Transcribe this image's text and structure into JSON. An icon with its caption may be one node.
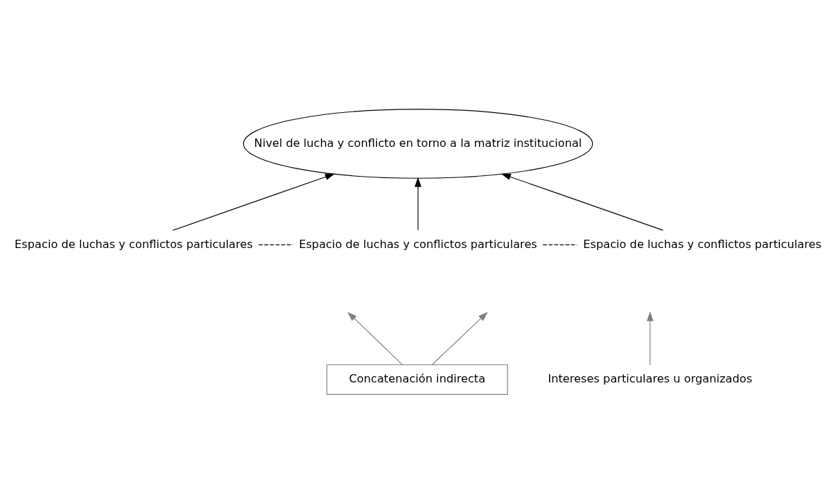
{
  "diagram": {
    "nodes": [
      {
        "text": [
          "Nivel de lucha y conflicto en torno a la matriz institucional"
        ]
      },
      {
        "text": [
          "Espacio de luchas y conflictos particulares"
        ]
      },
      {
        "text": [
          "Espacio de luchas y conflictos particulares"
        ]
      },
      {
        "text": [
          "Espacio de luchas y conflictos particulares"
        ]
      },
      {
        "text": [
          "Intereses particulares u organizados"
        ]
      },
      {
        "text": [
          "Concatenación indirecta"
        ]
      }
    ],
    "edges": [
      {
        "from": 1,
        "to": 0,
        "arrow": "to"
      },
      {
        "from": 2,
        "to": 0,
        "arrow": "to"
      },
      {
        "from": 3,
        "to": 0,
        "arrow": "to"
      },
      {
        "from": 4,
        "to": null,
        "arrow": "to",
        "color": "#808080"
      },
      {
        "from": 1,
        "to": 2,
        "arrow": "none",
        "style": "dashed"
      },
      {
        "from": 2,
        "to": 3,
        "arrow": "none",
        "style": "dashed"
      },
      {
        "from": 5,
        "to": null,
        "arrow": "to",
        "color": "#808080"
      },
      {
        "from": 5,
        "to": null,
        "arrow": "to",
        "color": "#808080"
      }
    ]
  }
}
